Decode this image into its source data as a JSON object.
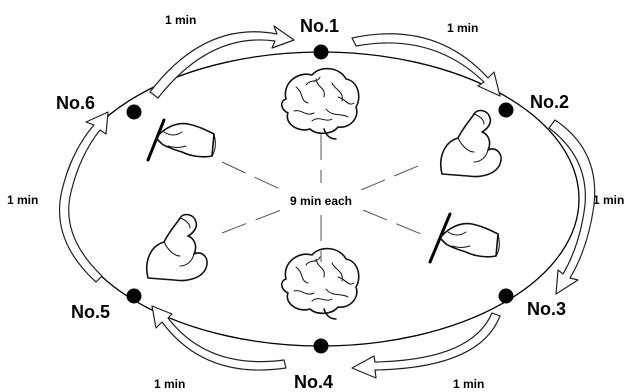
{
  "center_label": "9 min each",
  "stations": [
    {
      "label": "No.1",
      "icon": "brain-icon"
    },
    {
      "label": "No.2",
      "icon": "flexed-arm-icon"
    },
    {
      "label": "No.3",
      "icon": "writing-hand-icon"
    },
    {
      "label": "No.4",
      "icon": "brain-icon"
    },
    {
      "label": "No.5",
      "icon": "flexed-arm-icon"
    },
    {
      "label": "No.6",
      "icon": "writing-hand-icon"
    }
  ],
  "transitions": [
    "1 min",
    "1 min",
    "1 min",
    "1 min",
    "1 min",
    "1 min"
  ]
}
